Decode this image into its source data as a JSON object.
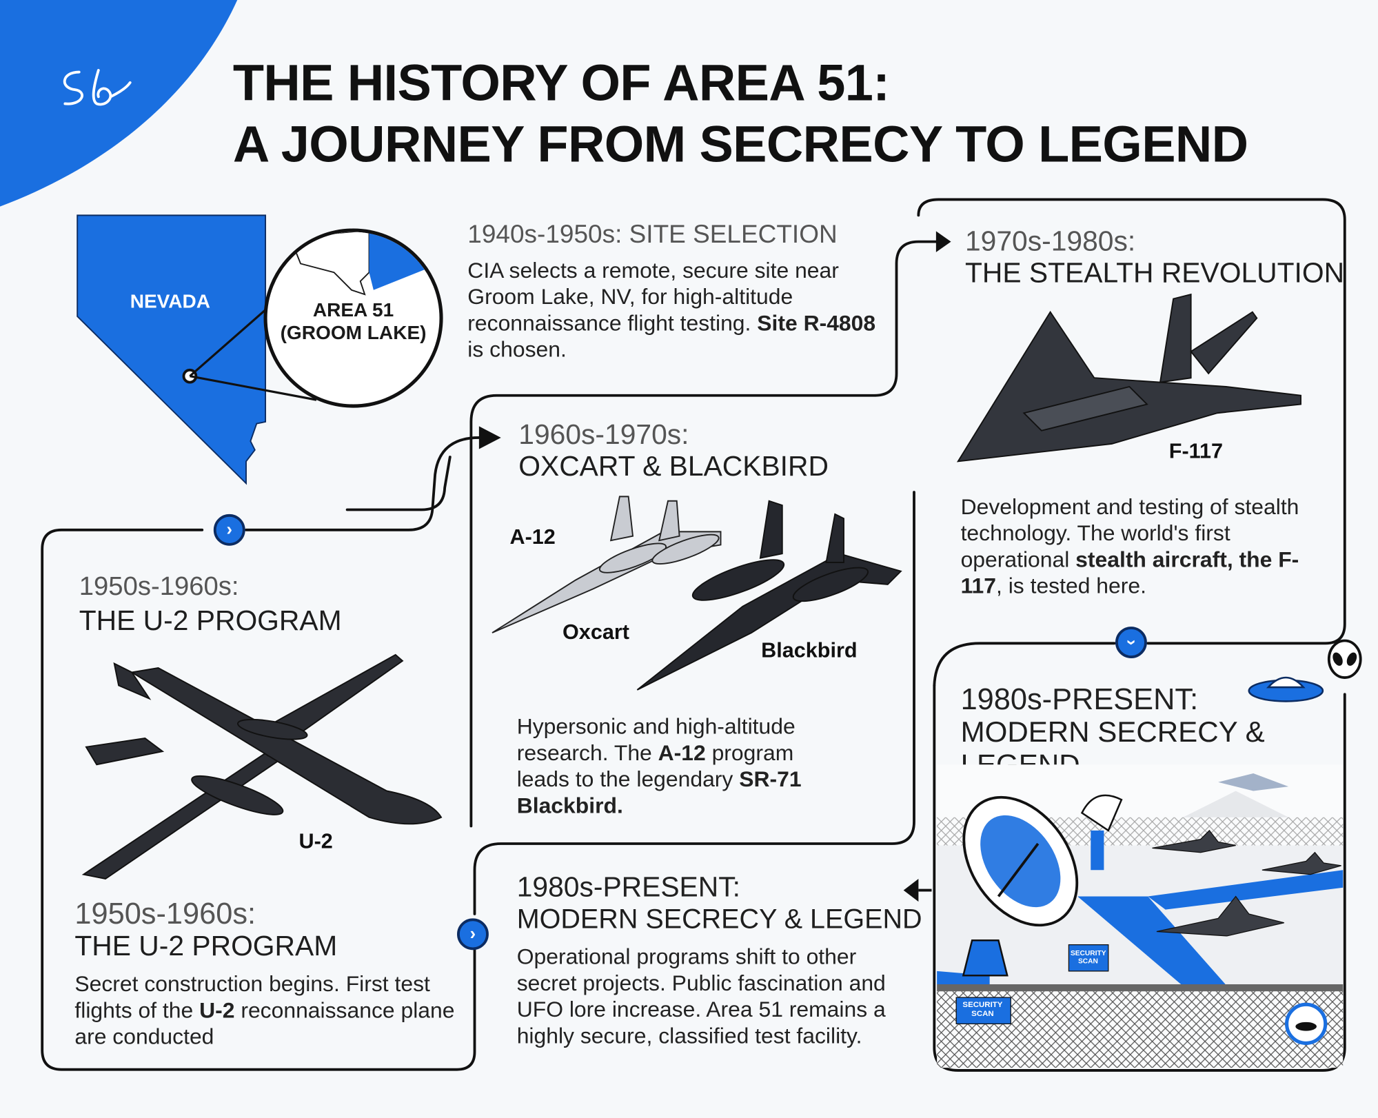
{
  "logo_text": "Sb",
  "title": {
    "line1": "THE HISTORY OF AREA 51:",
    "line2": "A JOURNEY FROM SECRECY TO LEGEND"
  },
  "map": {
    "state_label": "NEVADA",
    "inset_label_1": "AREA 51",
    "inset_label_2": "(GROOM LAKE)"
  },
  "site_selection": {
    "era": "1940s-1950s: SITE SELECTION",
    "text_1": "CIA selects a remote, secure site near Groom Lake, NV, for high-altitude reconnaissance flight testing.",
    "text_bold": "Site R-4808",
    "text_2": " is chosen."
  },
  "u2_card": {
    "era": "1950s-1960s:",
    "name": "THE U-2 PROGRAM",
    "plane_label": "U-2",
    "era_2": "1950s-1960s:",
    "name_2": "THE U-2 PROGRAM",
    "text_1": "Secret construction begins. First test flights of the ",
    "text_bold": "U-2",
    "text_2": " reconnaissance plane are conducted"
  },
  "oxcart_card": {
    "era": "1960s-1970s:",
    "name": "OXCART & BLACKBIRD",
    "label_a12": "A-12",
    "label_oxcart": "Oxcart",
    "label_blackbird": "Blackbird",
    "text_1": "Hypersonic and high-altitude research. The ",
    "text_bold_1": "A-12",
    "text_2": " program leads to the legendary ",
    "text_bold_2": "SR-71 Blackbird."
  },
  "stealth_card": {
    "era": "1970s-1980s:",
    "name": "THE STEALTH REVOLUTION",
    "plane_label": "F-117",
    "text_1": "Development and testing of stealth technology. The world's first operational ",
    "text_bold": "stealth aircraft, the F-117",
    "text_2": ", is tested here."
  },
  "modern_card": {
    "era": "1980s-PRESENT:",
    "name_line1": "MODERN SECRECY &",
    "name_line2": "LEGEND",
    "sign_1": "SECURITY SCAN",
    "sign_2": "SECURITY SCAN"
  },
  "modern_text": {
    "era": "1980s-PRESENT:",
    "name": "MODERN SECRECY & LEGEND",
    "text": "Operational programs shift to other secret projects. Public fascination and UFO lore increase. Area 51 remains a highly secure, classified test facility."
  },
  "colors": {
    "accent": "#1a6fe0",
    "dark": "#0c2c62",
    "line": "#111111"
  },
  "icons": [
    "chevron-right-icon",
    "chevron-down-icon",
    "alien-icon",
    "ufo-icon",
    "radar-dish-icon"
  ]
}
